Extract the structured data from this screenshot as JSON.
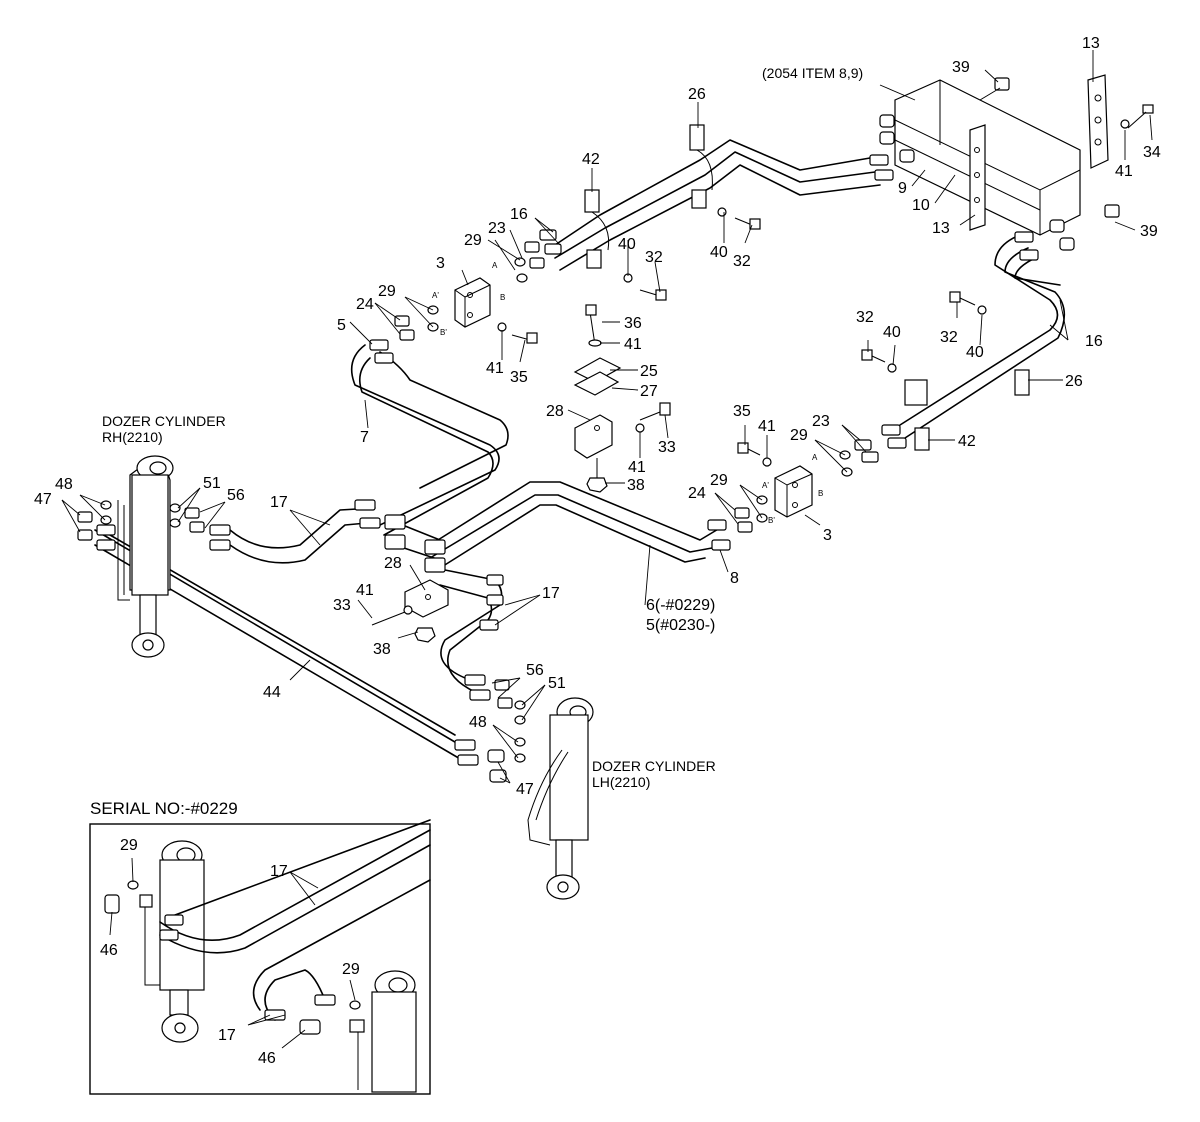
{
  "captions": {
    "dozer_rh_line1": "DOZER CYLINDER",
    "dozer_rh_line2": "RH(2210)",
    "dozer_lh_line1": "DOZER CYLINDER",
    "dozer_lh_line2": "LH(2210)",
    "ref_2054": "(2054 ITEM 8,9)",
    "serial_title": "SERIAL NO:-#0229",
    "item6": "6(-#0229)",
    "item5": "5(#0230-)"
  },
  "port_marks": {
    "a": "A",
    "b": "B",
    "a_prime": "A'",
    "b_prime": "B'"
  },
  "labels": {
    "n13": "13",
    "n39": "39",
    "n41": "41",
    "n34": "34",
    "n9": "9",
    "n10": "10",
    "n26": "26",
    "n42": "42",
    "n16": "16",
    "n23": "23",
    "n29": "29",
    "n40": "40",
    "n32": "32",
    "n3": "3",
    "n24": "24",
    "n5": "5",
    "n36": "36",
    "n25": "25",
    "n27": "27",
    "n35": "35",
    "n7": "7",
    "n28": "28",
    "n33": "33",
    "n38": "38",
    "n48": "48",
    "n47": "47",
    "n51": "51",
    "n56": "56",
    "n17": "17",
    "n8": "8",
    "n44": "44",
    "n46": "46"
  }
}
